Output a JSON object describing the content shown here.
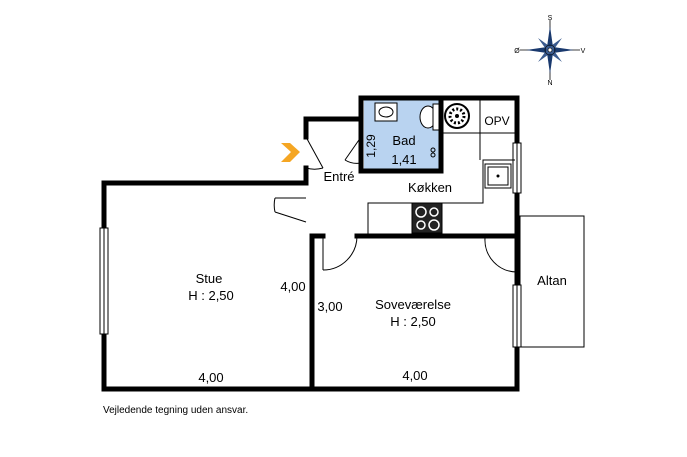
{
  "rooms": {
    "bad": {
      "label": "Bad",
      "area": "1,41",
      "height": "1,29"
    },
    "opv": {
      "label": "OPV"
    },
    "entre": {
      "label": "Entré"
    },
    "kokken": {
      "label": "Køkken"
    },
    "stue": {
      "label": "Stue",
      "ceiling": "H : 2,50",
      "width_dim": "4,00",
      "depth_dim": "4,00"
    },
    "sove": {
      "label": "Soveværelse",
      "ceiling": "H : 2,50",
      "width_dim": "4,00",
      "depth_dim": "3,00"
    },
    "altan": {
      "label": "Altan"
    }
  },
  "compass": {
    "north": "N",
    "south": "S",
    "east": "V",
    "west": "Ø"
  },
  "disclaimer": "Vejledende tegning uden ansvar.",
  "colors": {
    "wall": "#000000",
    "bathroom_fill": "#b9d3f0",
    "entrance_arrow": "#f5a623"
  }
}
